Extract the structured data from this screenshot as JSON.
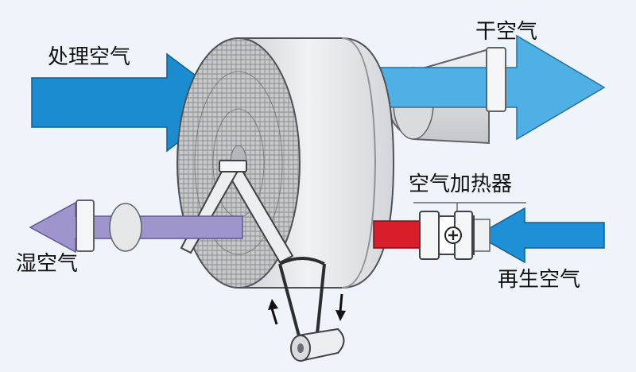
{
  "labels": {
    "process_air": "处理空气",
    "dry_air": "干空气",
    "air_heater": "空气加热器",
    "wet_air": "湿空气",
    "regen_air": "再生空气"
  },
  "colors": {
    "background": "#eef4fa",
    "process_arrow": "#1a8ccf",
    "dry_arrow": "#4fb0e6",
    "wet_arrow": "#9e95cc",
    "regen_arrow": "#1f8fd6",
    "heater_duct": "#d81e2a",
    "rotor_face": "#c9cbcc",
    "rotor_body": "#e3e4e6"
  },
  "icons": {
    "heater": "plus-in-circle-icon",
    "belt_up": "arrow-up-icon",
    "belt_down": "arrow-down-icon"
  }
}
